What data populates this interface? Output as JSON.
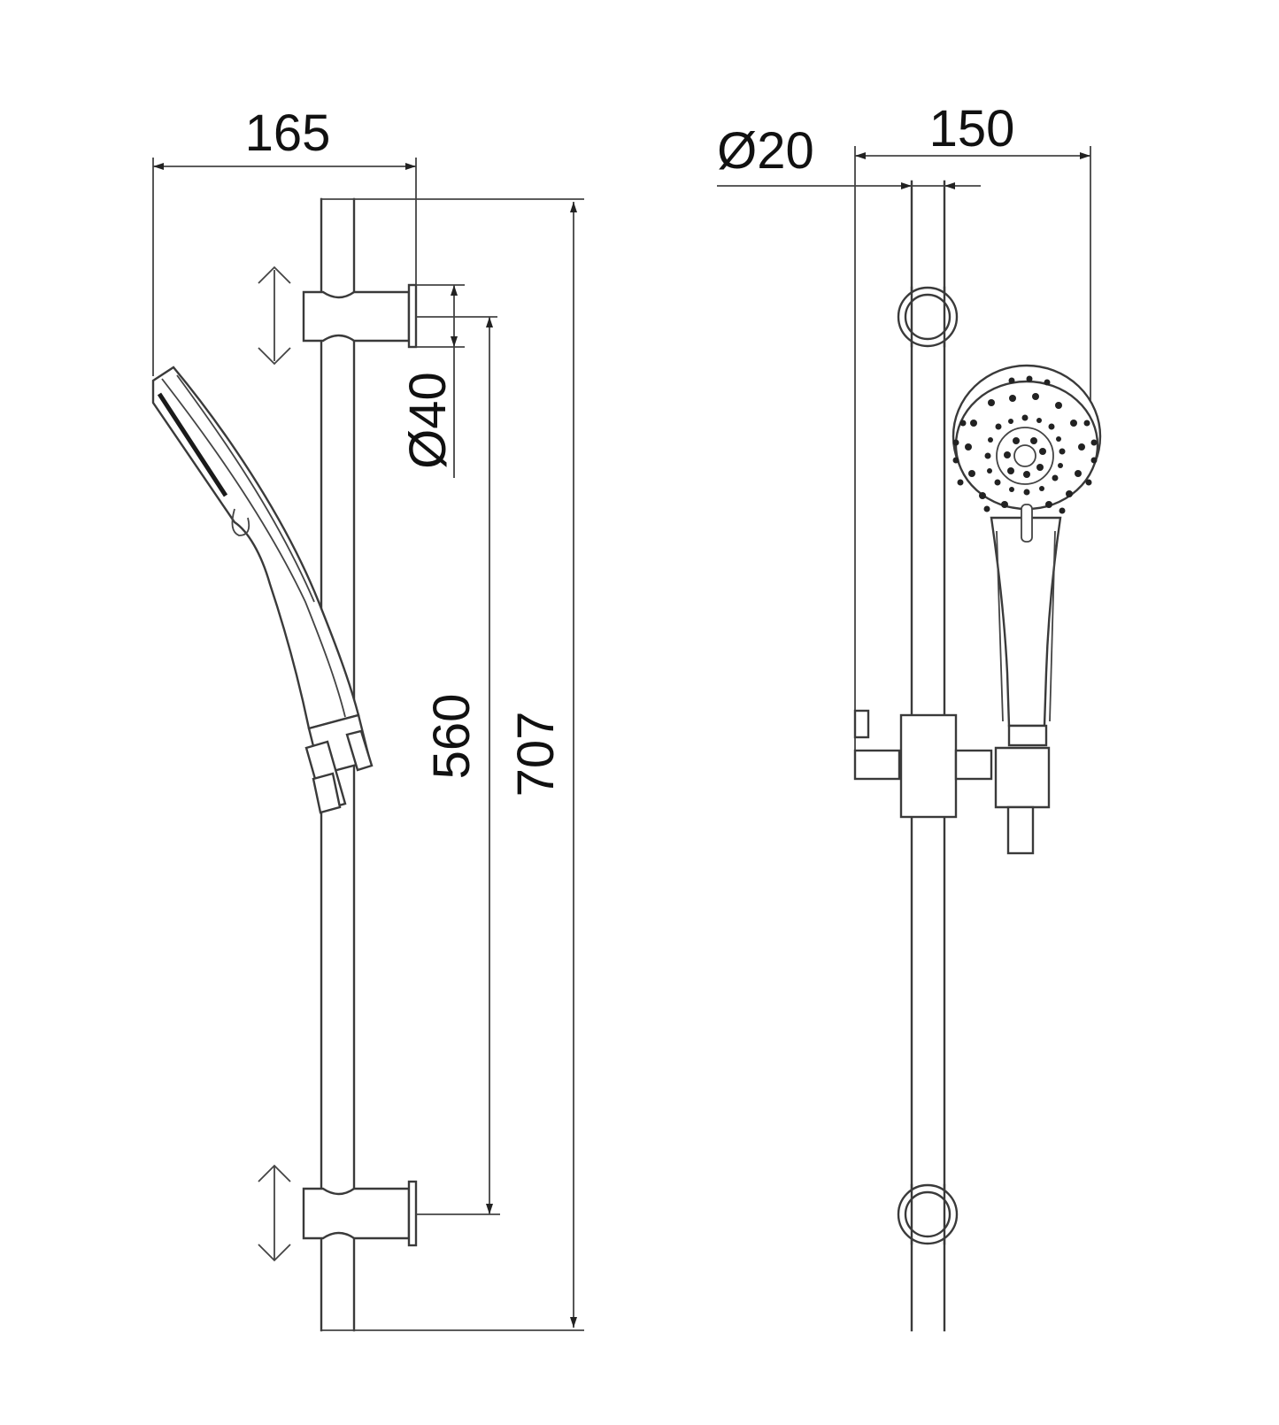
{
  "title": "Shower rail set technical drawing",
  "side_view": {
    "dimensions": {
      "width_overall": "165",
      "diameter_bracket": "Ø40",
      "bracket_spacing": "560",
      "rail_length": "707"
    },
    "indicators": {
      "top_bracket_adjustable": "adjustable-arrow",
      "bottom_bracket_adjustable": "adjustable-arrow"
    }
  },
  "front_view": {
    "dimensions": {
      "rail_diameter": "Ø20",
      "projection": "150"
    }
  },
  "colors": {
    "line": "#3a3a3a",
    "text": "#111111",
    "background": "#ffffff"
  }
}
